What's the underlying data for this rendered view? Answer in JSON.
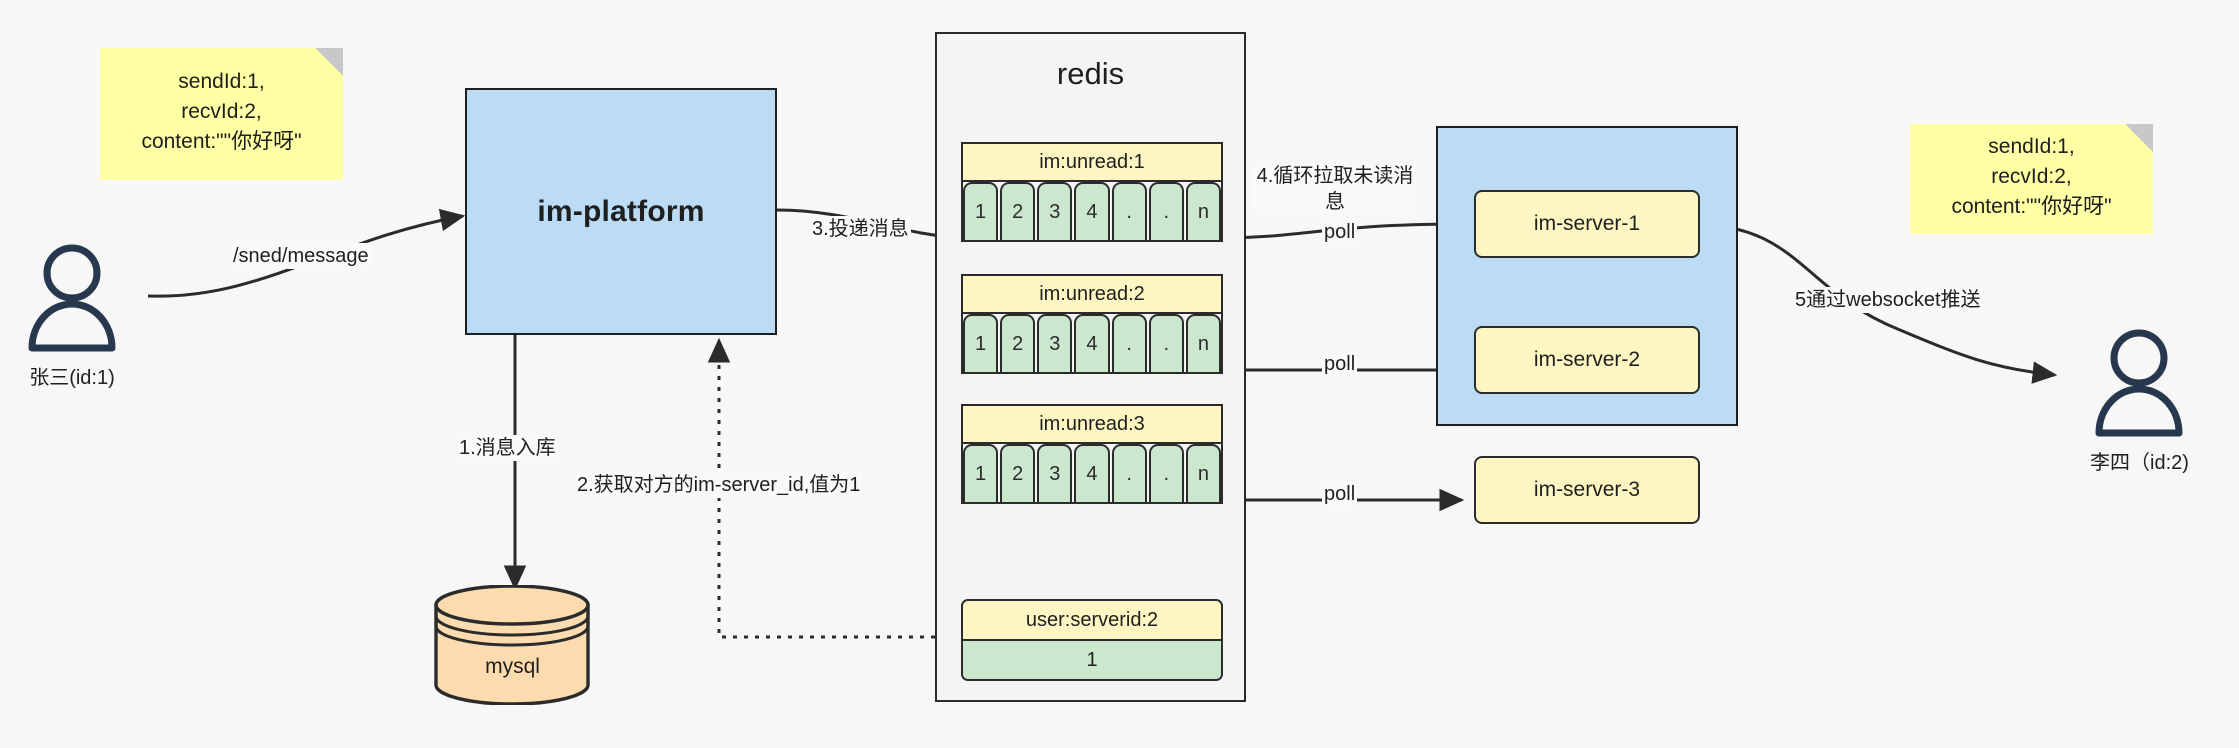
{
  "diagram": {
    "title": "IM message delivery architecture",
    "colors": {
      "note_yellow": "#ffffa5",
      "box_blue": "#bcdcf5",
      "key_yellow": "#fdf6c3",
      "cell_green": "#cbe7ce",
      "db_orange": "#fcdcae",
      "stroke": "#2b2b2b",
      "background": "#f7f7f7"
    },
    "notes": [
      {
        "id": "note-left",
        "lines": [
          "sendId:1,",
          "recvId:2,",
          "content:\"\"你好呀\""
        ]
      },
      {
        "id": "note-right",
        "lines": [
          "sendId:1,",
          "recvId:2,",
          "content:\"\"你好呀\""
        ]
      }
    ],
    "actors": [
      {
        "id": "sender",
        "icon": "user-icon",
        "caption": "张三(id:1)"
      },
      {
        "id": "receiver",
        "icon": "user-icon",
        "caption": "李四（id:2)"
      }
    ],
    "platform": {
      "label": "im-platform"
    },
    "database": {
      "label": "mysql",
      "shape": "cylinder"
    },
    "redis": {
      "title": "redis",
      "lists": [
        {
          "key": "im:unread:1",
          "cells": [
            "1",
            "2",
            "3",
            "4",
            ".",
            ".",
            "n"
          ]
        },
        {
          "key": "im:unread:2",
          "cells": [
            "1",
            "2",
            "3",
            "4",
            ".",
            ".",
            "n"
          ]
        },
        {
          "key": "im:unread:3",
          "cells": [
            "1",
            "2",
            "3",
            "4",
            ".",
            ".",
            "n"
          ]
        }
      ],
      "kv": {
        "key": "user:serverid:2",
        "value": "1"
      }
    },
    "server_group": {
      "nodes": [
        {
          "label": "im-server-1"
        },
        {
          "label": "im-server-2"
        },
        {
          "label": "im-server-3"
        }
      ]
    },
    "edge_labels": {
      "send_message": "/sned/message",
      "step1": "1.消息入库",
      "step2": "2.获取对方的im-server_id,值为1",
      "step3": "3.投递消息",
      "step4_line1": "4.循环拉取未读消",
      "step4_line2": "息",
      "poll1": "poll",
      "poll2": "poll",
      "poll3": "poll",
      "step5": "5通过websocket推送"
    }
  }
}
